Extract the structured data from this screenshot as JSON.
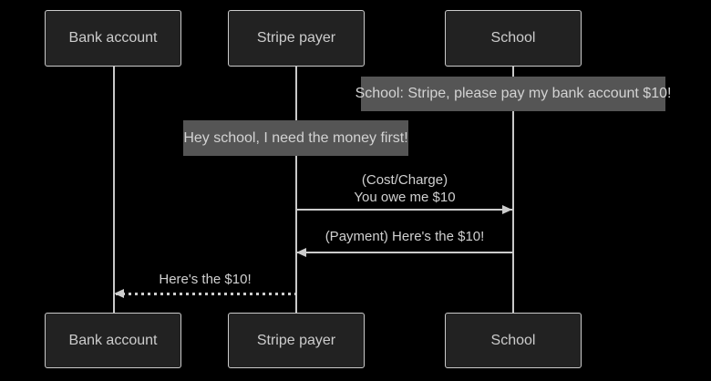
{
  "colors": {
    "background": "#000000",
    "actor_fill": "#222222",
    "actor_border": "#cbcbcb",
    "actor_text": "#cccccc",
    "lifeline": "#c9c9c9",
    "note_fill": "#555555",
    "note_text": "#d3d3d3",
    "message_line": "#cccccc",
    "message_text": "#d0d0d0"
  },
  "diagram": {
    "kind": "sequence-diagram",
    "actors": [
      {
        "label": "Bank account"
      },
      {
        "label": "Stripe payer"
      },
      {
        "label": "School"
      }
    ],
    "notes": [
      {
        "text": "School: Stripe, please pay my bank account $10!",
        "over": "School"
      },
      {
        "text": "Hey school, I need the money first!",
        "over": "Stripe payer"
      }
    ],
    "messages": [
      {
        "from": "Stripe payer",
        "to": "School",
        "label_line1": "(Cost/Charge)",
        "label_line2": "You owe me $10",
        "line_style": "solid"
      },
      {
        "from": "School",
        "to": "Stripe payer",
        "label": "(Payment) Here's the $10!",
        "line_style": "solid"
      },
      {
        "from": "Stripe payer",
        "to": "Bank account",
        "label": "Here's the $10!",
        "line_style": "dotted"
      }
    ]
  }
}
